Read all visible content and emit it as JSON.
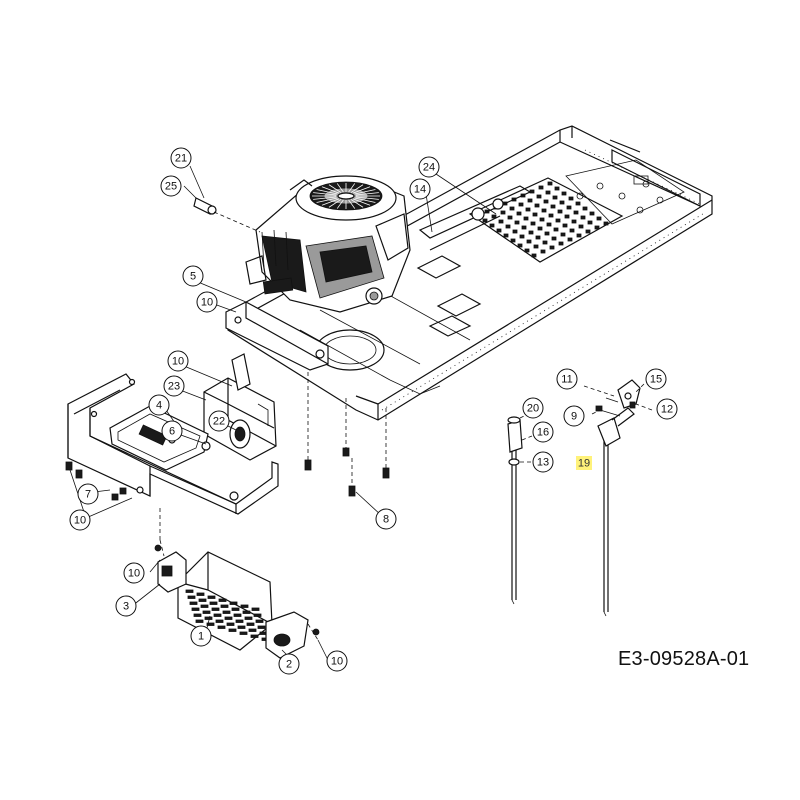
{
  "document_code": "E3-09528A-01",
  "callouts": [
    {
      "label": "21"
    },
    {
      "label": "25"
    },
    {
      "label": "24"
    },
    {
      "label": "14"
    },
    {
      "label": "5"
    },
    {
      "label": "10"
    },
    {
      "label": "10"
    },
    {
      "label": "23"
    },
    {
      "label": "22"
    },
    {
      "label": "4"
    },
    {
      "label": "6"
    },
    {
      "label": "7"
    },
    {
      "label": "10"
    },
    {
      "label": "8"
    },
    {
      "label": "11"
    },
    {
      "label": "15"
    },
    {
      "label": "9"
    },
    {
      "label": "12"
    },
    {
      "label": "20"
    },
    {
      "label": "16"
    },
    {
      "label": "13"
    },
    {
      "label": "19"
    },
    {
      "label": "10"
    },
    {
      "label": "3"
    },
    {
      "label": "1"
    },
    {
      "label": "2"
    },
    {
      "label": "10"
    }
  ],
  "highlight_color": "#fff27a"
}
